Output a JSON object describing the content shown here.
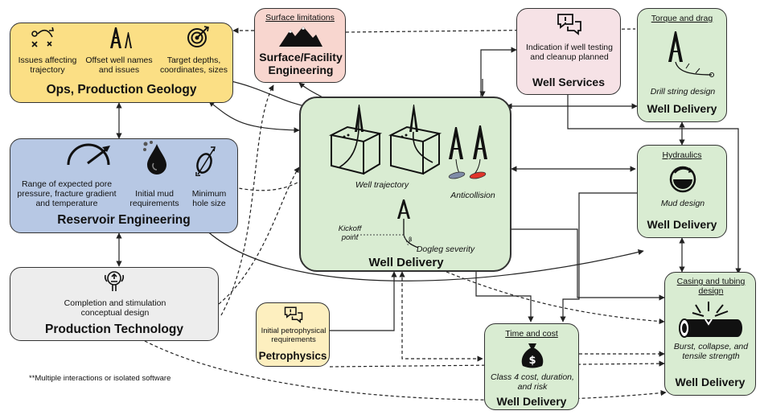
{
  "colors": {
    "ops_fill": "#fbdf85",
    "reservoir_fill": "#b7c8e4",
    "production_fill": "#ededed",
    "surface_fill": "#f8d6cf",
    "services_fill": "#f6e2e6",
    "delivery_fill": "#d9ecd2",
    "petro_fill": "#fdefbf",
    "line": "#222222"
  },
  "ops": {
    "title": "Ops, Production Geology",
    "items": [
      "Issues affecting trajectory",
      "Offset well names and issues",
      "Target depths, coordinates, sizes"
    ],
    "icons": [
      "playbook-icon",
      "oil-rigs-icon",
      "target-icon"
    ]
  },
  "reservoir": {
    "title": "Reservoir Engineering",
    "items": [
      "Range of expected pore pressure, fracture gradient and temperature",
      "Initial mud requirements",
      "Minimum hole size"
    ],
    "icons": [
      "gauge-icon",
      "oil-drop-icon",
      "hole-size-icon"
    ]
  },
  "production": {
    "title": "Production Technology",
    "item": "Completion and stimulation conceptual design",
    "icon": "completion-icon"
  },
  "surface": {
    "header": "Surface limitations",
    "title": "Surface/Facility Engineering",
    "icon": "mountains-icon"
  },
  "services": {
    "item": "Indication if well testing and cleanup planned",
    "title": "Well Services",
    "icon": "chat-bubbles-icon"
  },
  "center": {
    "title": "Well Delivery",
    "trajectory_label": "Well trajectory",
    "anticollision_label": "Anticollision",
    "kickoff_label": "Kickoff point",
    "dogleg_label": "Dogleg severity",
    "beta": "β"
  },
  "torque": {
    "header": "Torque and drag",
    "item": "Drill string design",
    "title": "Well Delivery"
  },
  "hydraulics": {
    "header": "Hydraulics",
    "item": "Mud design",
    "title": "Well Delivery"
  },
  "casing": {
    "header": "Casing and tubing design",
    "item": "Burst, collapse, and tensile strength",
    "title": "Well Delivery"
  },
  "timecost": {
    "header": "Time and cost",
    "item": "Class 4 cost, duration, and risk",
    "title": "Well Delivery"
  },
  "petro": {
    "item": "Initial petrophysical requirements",
    "title": "Petrophysics"
  },
  "footnote": "**Multiple interactions or isolated software"
}
